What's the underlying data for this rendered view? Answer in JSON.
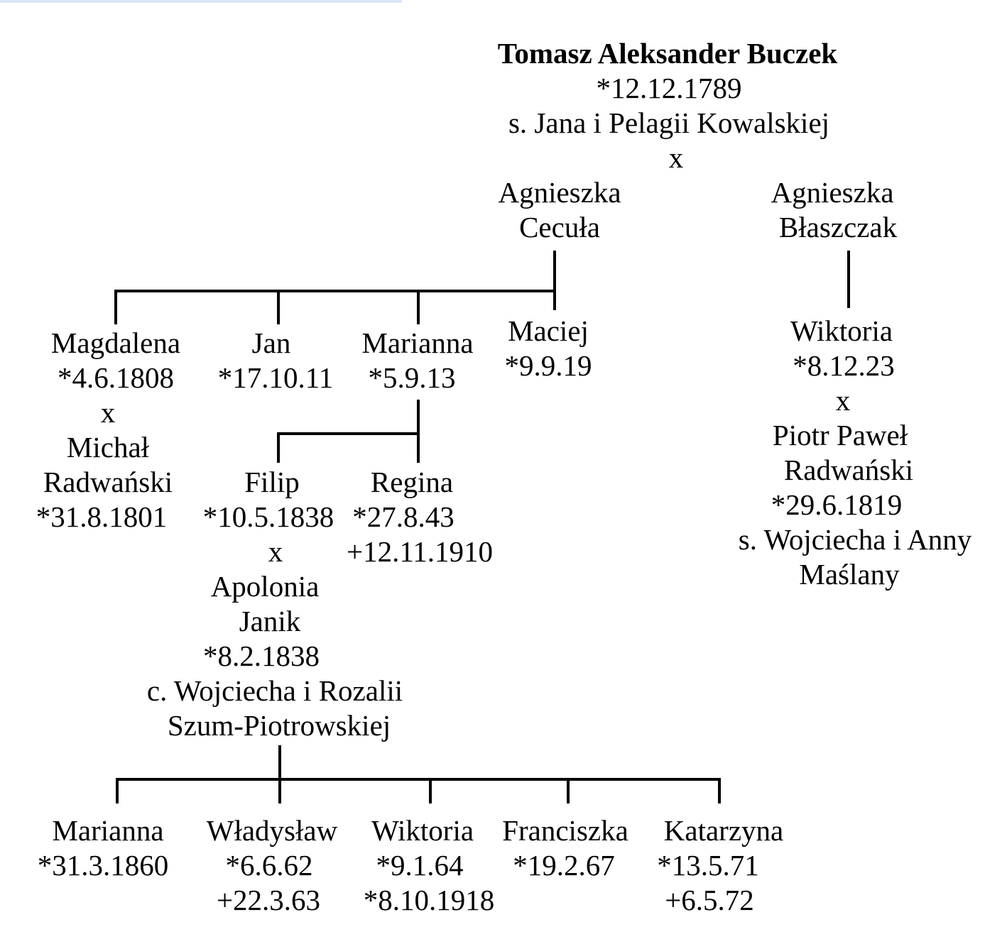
{
  "root": {
    "name": "Tomasz Aleksander Buczek",
    "birth": "*12.12.1789",
    "parents": "s. Jana i Pelagii Kowalskiej",
    "marriage": "x"
  },
  "wife1": {
    "first": "Agnieszka",
    "last": "Cecuła"
  },
  "wife2": {
    "first": "Agnieszka",
    "last": "Błaszczak"
  },
  "magdalena": {
    "name": "Magdalena",
    "birth": "*4.6.1808",
    "marriage": "x",
    "spouse_first": "Michał",
    "spouse_last": "Radwański",
    "spouse_birth": "*31.8.1801"
  },
  "jan": {
    "name": "Jan",
    "birth": "*17.10.11"
  },
  "marianna": {
    "name": "Marianna",
    "birth": "*5.9.13"
  },
  "maciej": {
    "name": "Maciej",
    "birth": "*9.9.19"
  },
  "wiktoria1": {
    "name": "Wiktoria",
    "birth": "*8.12.23",
    "marriage": "x",
    "spouse_first": "Piotr Paweł",
    "spouse_last": "Radwański",
    "spouse_birth": "*29.6.1819",
    "spouse_parents1": "s. Wojciecha i Anny",
    "spouse_parents2": "Maślany"
  },
  "filip": {
    "name": "Filip",
    "birth": "*10.5.1838",
    "marriage": "x",
    "spouse_first": "Apolonia",
    "spouse_last": "Janik",
    "spouse_birth": "*8.2.1838",
    "spouse_parents1": "c. Wojciecha i Rozalii",
    "spouse_parents2": "Szum-Piotrowskiej"
  },
  "regina": {
    "name": "Regina",
    "birth": "*27.8.43",
    "death": "+12.11.1910"
  },
  "gen3": [
    {
      "name": "Marianna",
      "l1": "*31.3.1860",
      "l2": ""
    },
    {
      "name": "Władysław",
      "l1": "*6.6.62",
      "l2": "+22.3.63"
    },
    {
      "name": "Wiktoria",
      "l1": "*9.1.64",
      "l2": "*8.10.1918"
    },
    {
      "name": "Franciszka",
      "l1": "*19.2.67",
      "l2": ""
    },
    {
      "name": "Katarzyna",
      "l1": "*13.5.71",
      "l2": "+6.5.72"
    }
  ]
}
